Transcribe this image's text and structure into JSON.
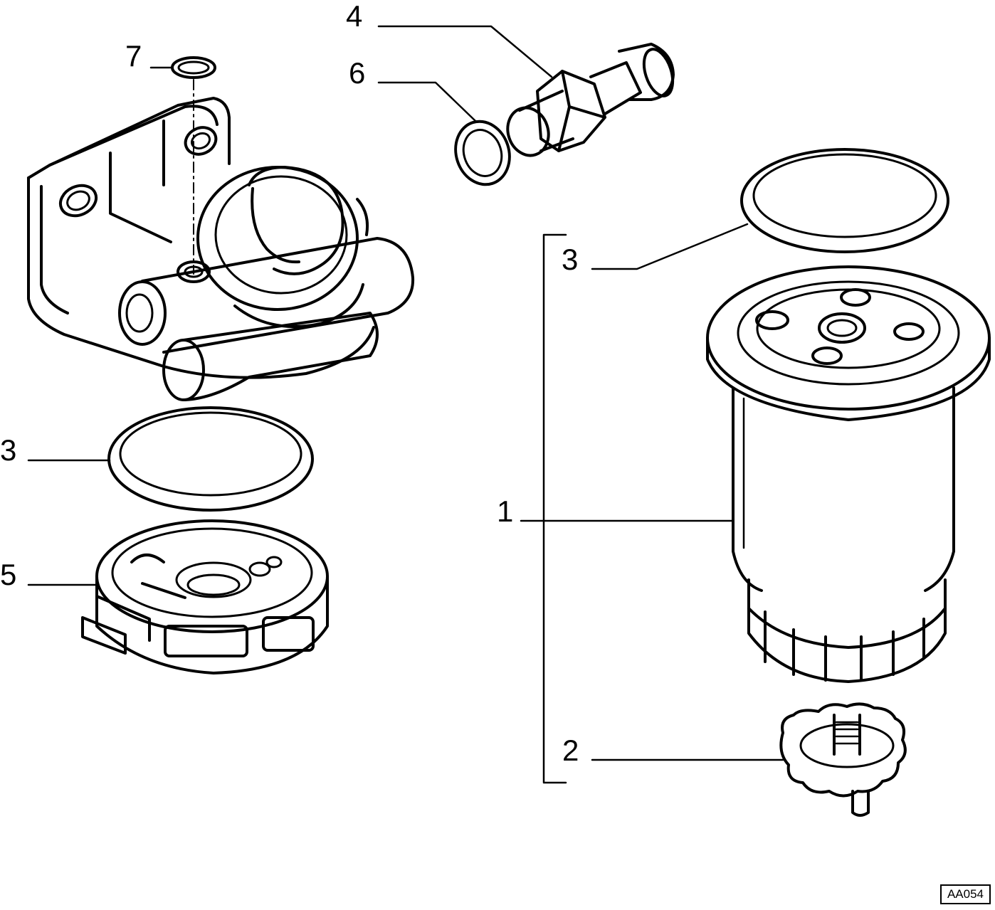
{
  "callouts": {
    "c1": "1",
    "c2": "2",
    "c3_top": "3",
    "c3_left": "3",
    "c4": "4",
    "c5": "5",
    "c6": "6",
    "c7": "7"
  },
  "drawing_code": "AA054"
}
